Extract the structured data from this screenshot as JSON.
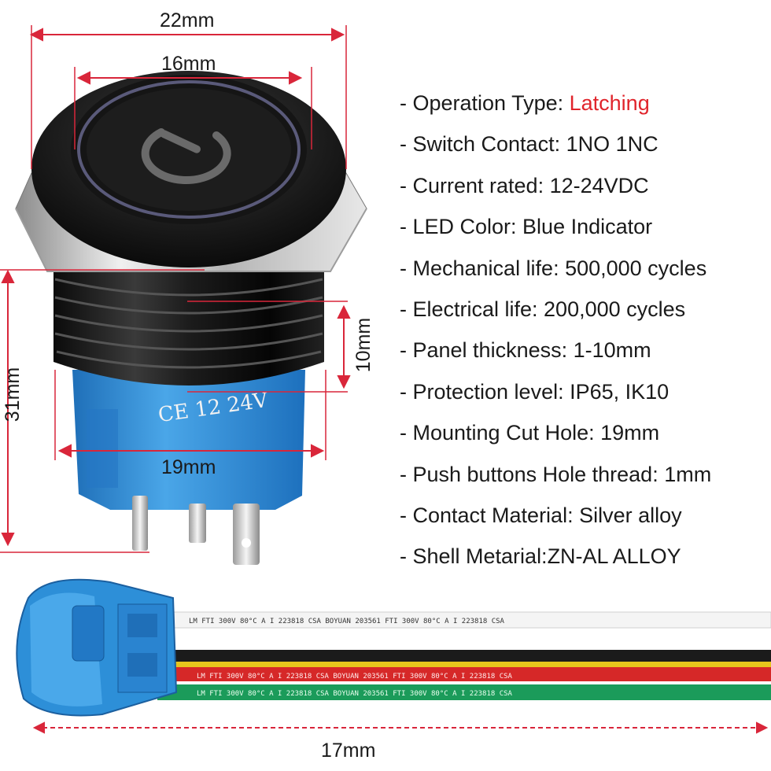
{
  "dimensions": {
    "top_width": "22mm",
    "button_width": "16mm",
    "height": "31mm",
    "thread": "10mm",
    "cut_hole": "19mm",
    "cable": "17mm"
  },
  "marking": "CE 12 24V",
  "specs": [
    {
      "label": "- Operation Type: ",
      "value": "Latching"
    },
    {
      "label": "- Switch Contact: 1NO 1NC",
      "value": ""
    },
    {
      "label": "- Current rated: 12-24VDC",
      "value": ""
    },
    {
      "label": "- LED Color: Blue Indicator",
      "value": ""
    },
    {
      "label": "- Mechanical life: 500,000 cycles",
      "value": ""
    },
    {
      "label": "- Electrical life: 200,000 cycles",
      "value": ""
    },
    {
      "label": "- Panel thickness: 1-10mm",
      "value": ""
    },
    {
      "label": "- Protection level: IP65, IK10",
      "value": ""
    },
    {
      "label": "- Mounting Cut Hole: 19mm",
      "value": ""
    },
    {
      "label": "- Push buttons Hole thread: 1mm",
      "value": ""
    },
    {
      "label": "- Contact Material: Silver alloy",
      "value": ""
    },
    {
      "label": "- Shell Metarial:ZN-AL ALLOY",
      "value": ""
    }
  ],
  "wire_print": "LM FTI 300V 80°C A I 223818 CSA BOYUAN 203561 FTI 300V 80°C A I 223818 CSA",
  "colors": {
    "accent": "#e0242b",
    "dimension_line": "#d9263a",
    "connector_blue": "#2d8fd8",
    "wire_green": "#1b9b5a",
    "wire_red": "#d62828",
    "wire_yellow": "#e8c51d",
    "wire_black": "#1b1b1b",
    "wire_white": "#f4f4f4"
  }
}
